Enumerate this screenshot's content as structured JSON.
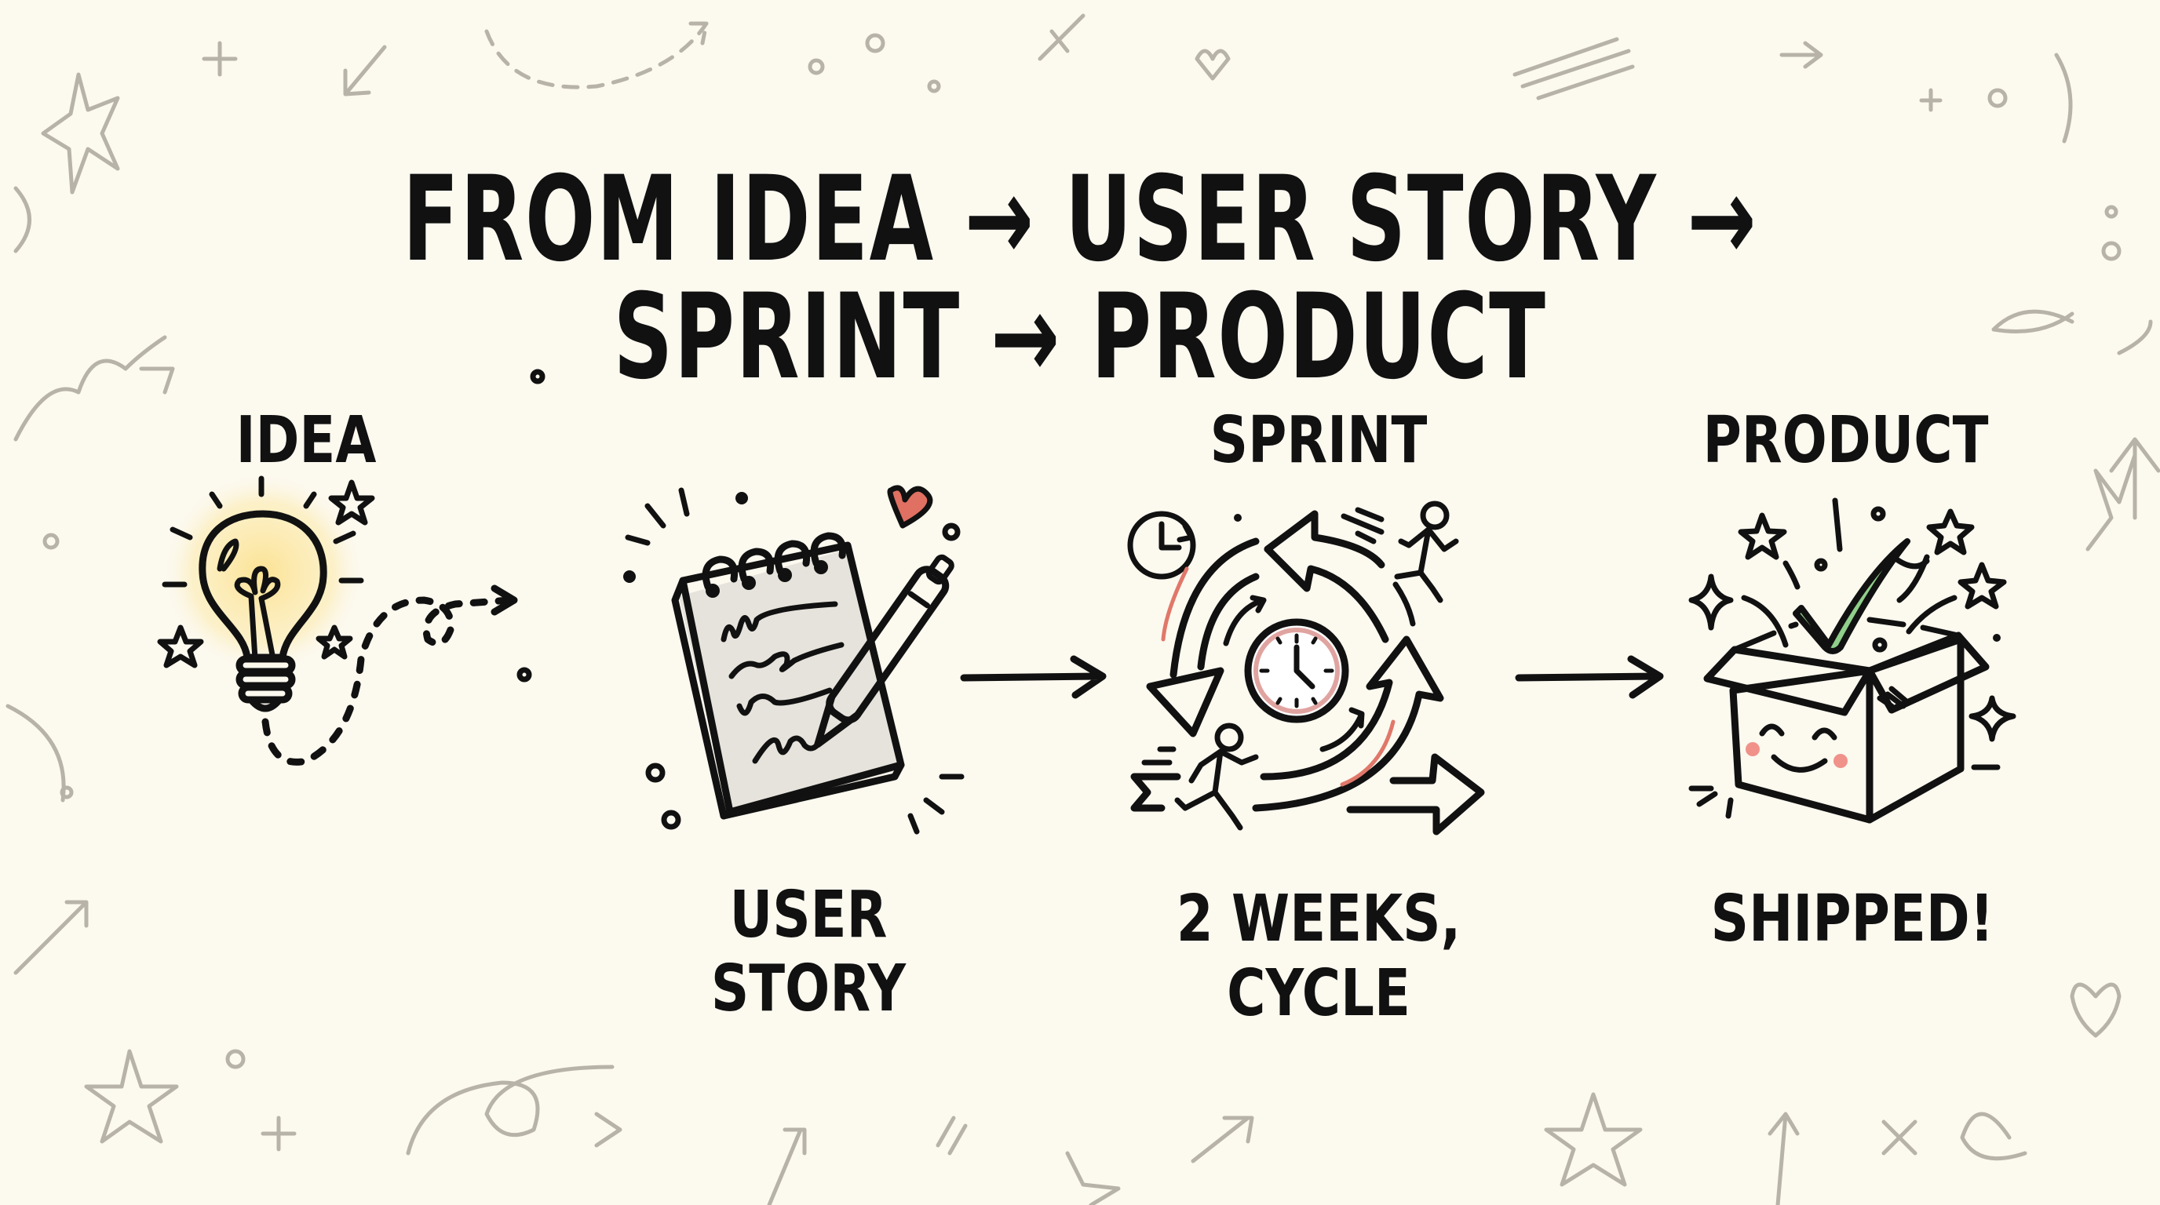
{
  "header": {
    "title": "FROM IDEA → USER STORY → SPRINT → PRODUCT"
  },
  "steps": [
    {
      "label": "IDEA",
      "icon": "lightbulb-icon",
      "position": "above"
    },
    {
      "label": "USER STORY",
      "icon": "notepad-pen-icon",
      "position": "below"
    },
    {
      "label": "SPRINT",
      "icon": "cycle-clock-icon",
      "position": "above",
      "caption_line1": "2 WEEKS,",
      "caption_line2": "CYCLE"
    },
    {
      "label": "PRODUCT",
      "icon": "box-checkmark-icon",
      "position": "above",
      "caption": "SHIPPED!"
    }
  ],
  "connectors": [
    "dashed-loop-arrow",
    "arrow-right",
    "arrow-right"
  ],
  "colors": {
    "background": "#fcf9ef",
    "ink": "#111111",
    "doodle": "#b8b3a8",
    "bulb_glow": "#fbe39a",
    "heart": "#e07062",
    "accent_red": "#e0786a",
    "check_green": "#8fcf8a",
    "star_yellow": "#f5d27a",
    "cheek_pink": "#f0928a"
  }
}
